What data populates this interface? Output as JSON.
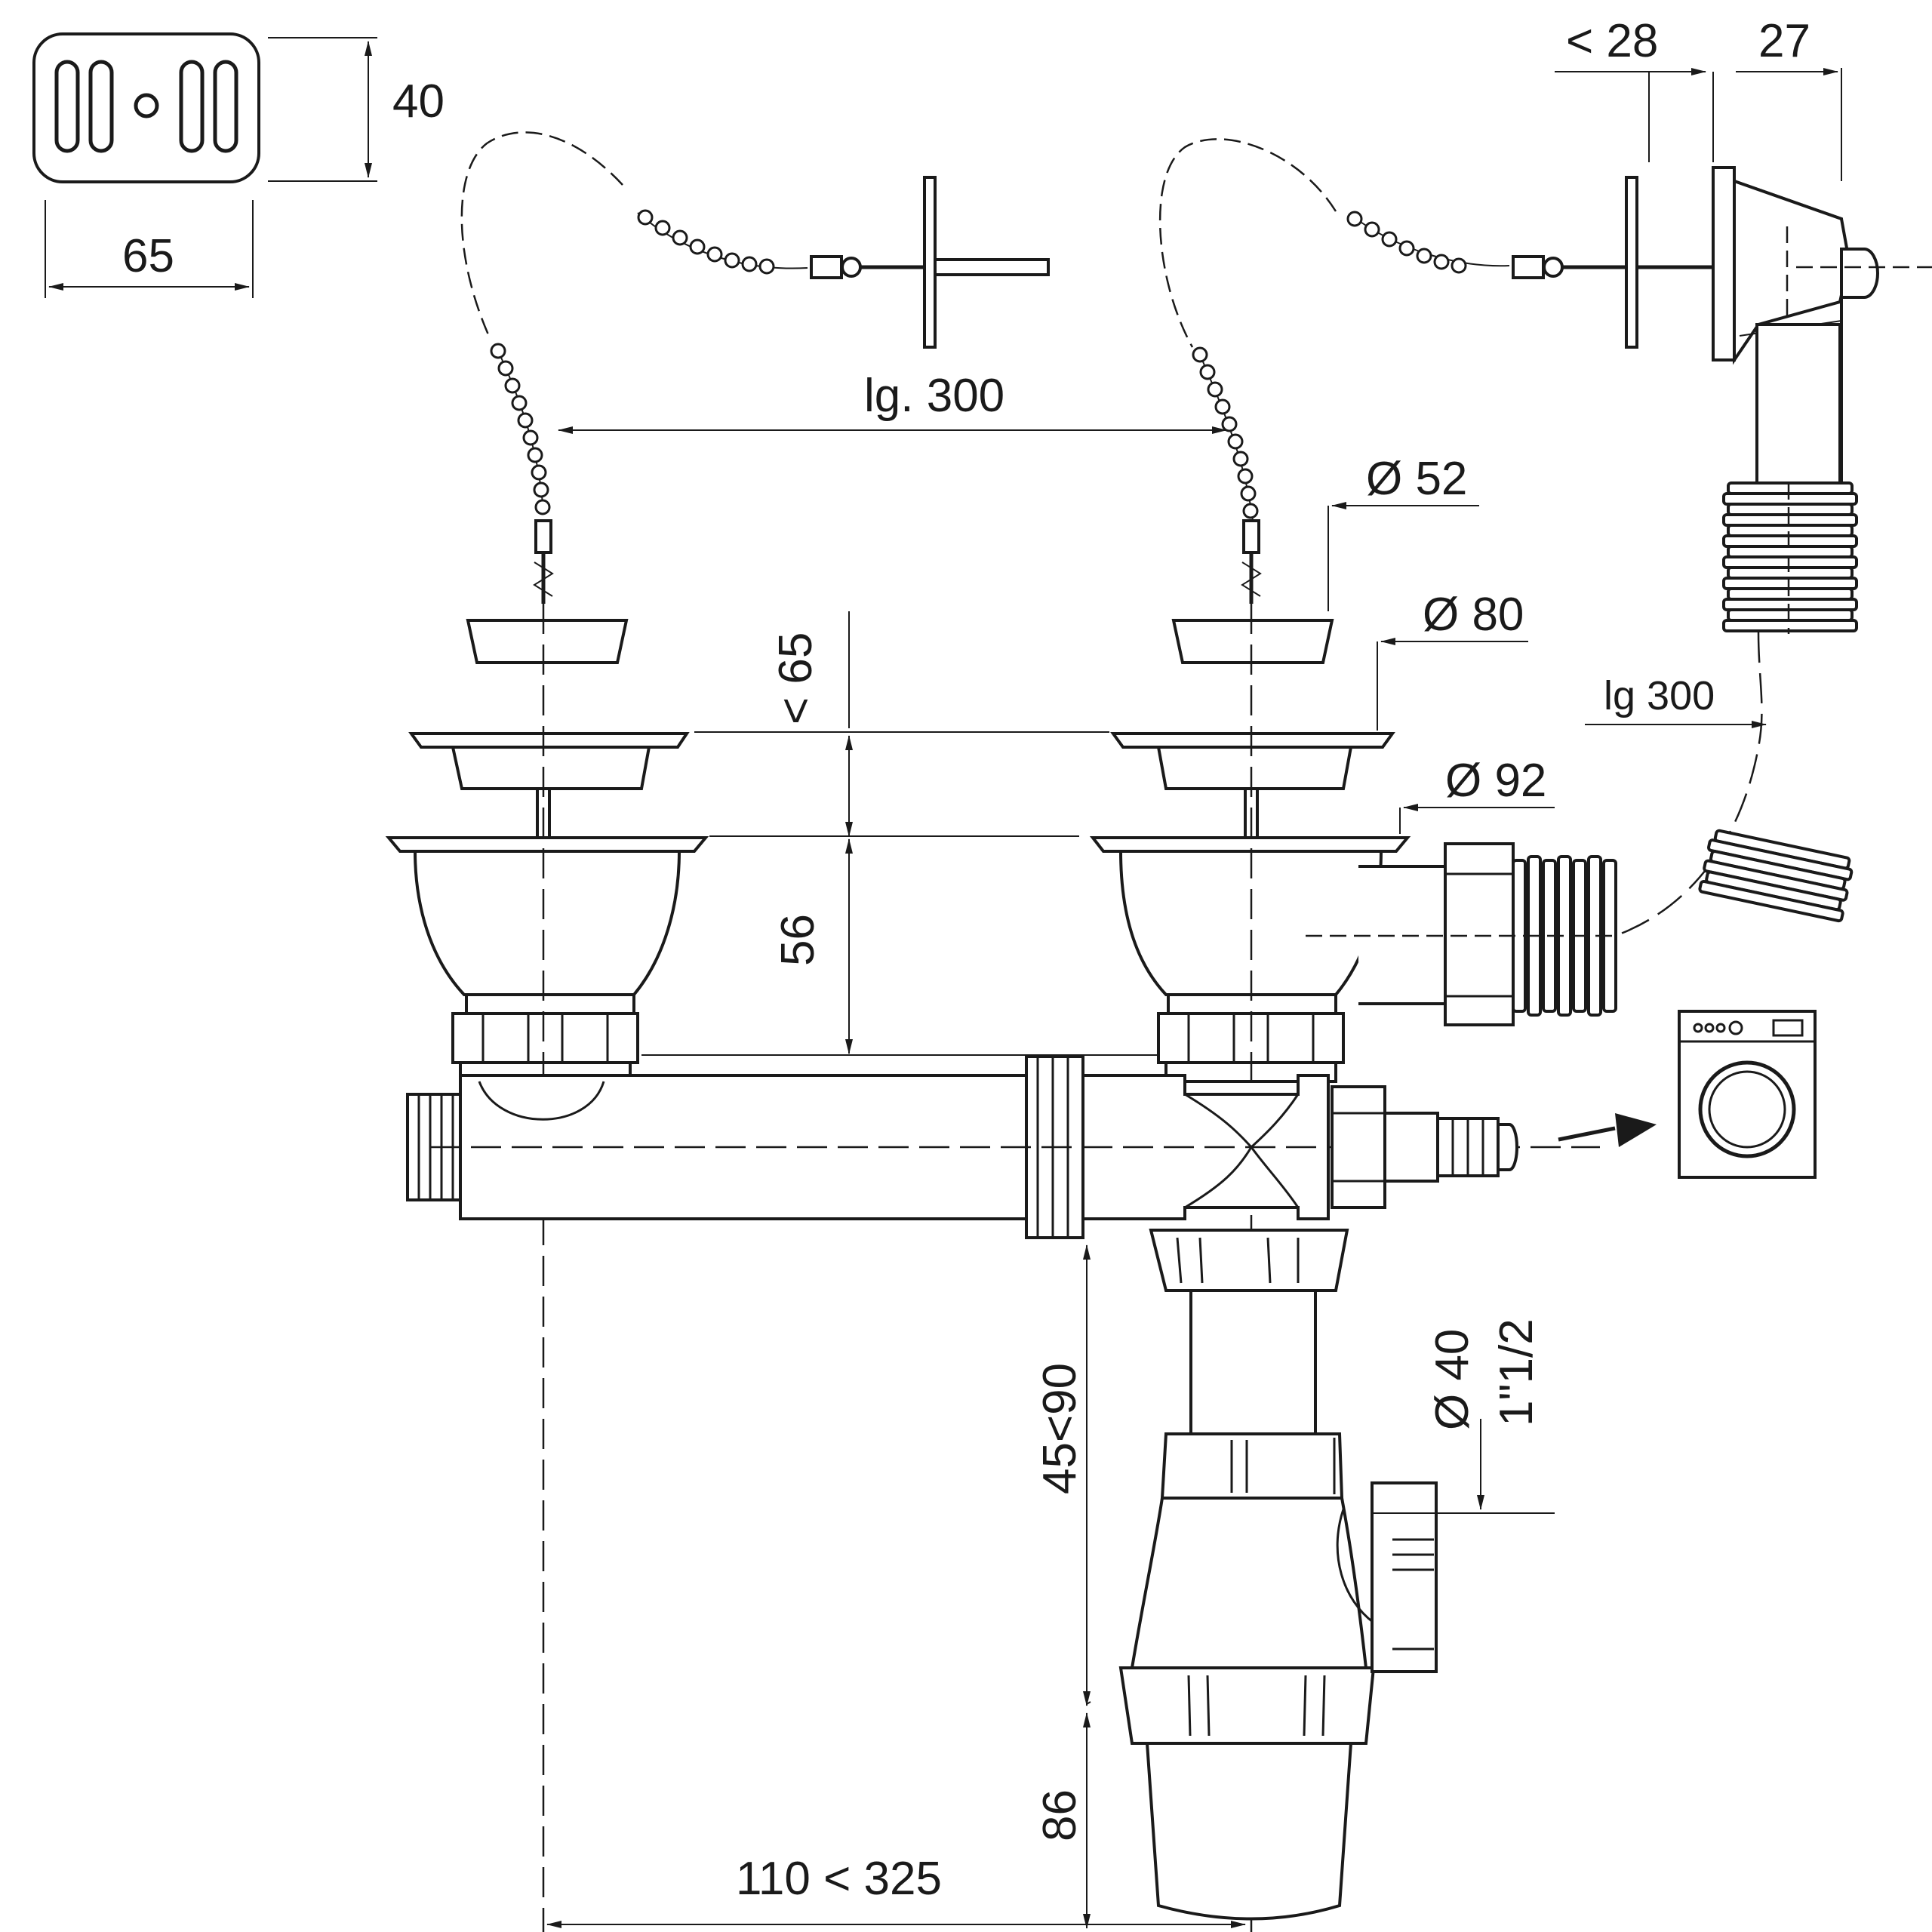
{
  "dimensions": {
    "grid_width": "65",
    "grid_height": "40",
    "overflow_offset": "< 28",
    "overflow_depth": "27",
    "chain_length_left": "lg. 300",
    "plug_diameter": "Ø 52",
    "strainer_diameter": "Ø 80",
    "basket_diameter": "Ø 92",
    "hose_length": "lg 300",
    "strainer_height": "< 65",
    "basket_height": "56",
    "trap_pipe_diameter": "Ø 40",
    "trap_thread": "1\"1/2",
    "drop_height": "45<90",
    "trap_height": "86",
    "bowl_spacing": "110 < 325"
  },
  "icons": {
    "appliance": "washing-machine-icon",
    "flow_arrow": "arrow-right-icon"
  }
}
